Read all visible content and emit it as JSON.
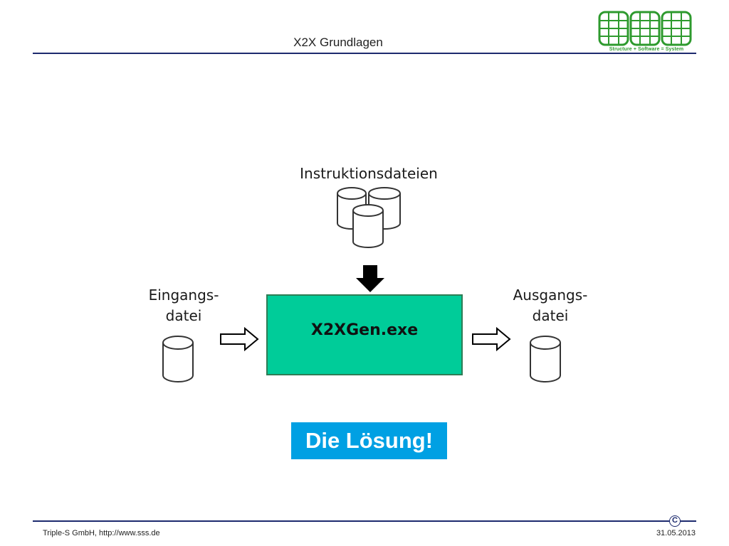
{
  "header": {
    "title": "X2X Grundlagen"
  },
  "logo": {
    "tagline": "Structure + Software = System"
  },
  "diagram": {
    "instructions_label": "Instruktionsdateien",
    "input_label_line1": "Eingangs-",
    "input_label_line2": "datei",
    "output_label_line1": "Ausgangs-",
    "output_label_line2": "datei",
    "process_label": "X2XGen.exe",
    "process_color": "#00cc99",
    "callout": "Die Lösung!",
    "callout_color": "#00a0e3"
  },
  "footer": {
    "left": "Triple-S GmbH, http://www.sss.de",
    "right": "31.05.2013",
    "copyright_symbol": "C"
  },
  "colors": {
    "rule": "#1d2a6e",
    "logo_green": "#2e9a2e"
  }
}
